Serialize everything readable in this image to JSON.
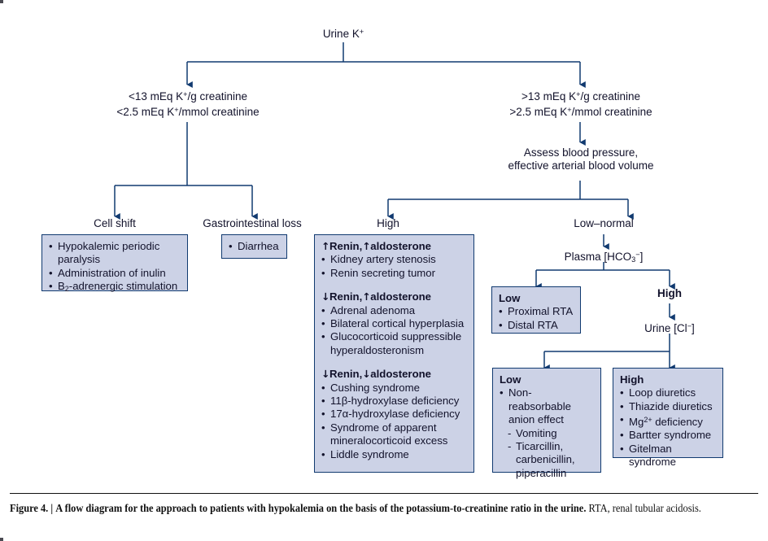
{
  "figure": {
    "caption_label": "Figure 4.",
    "caption_sep": "|",
    "caption_bold": "A flow diagram for the approach to patients with hypokalemia on the basis of the potassium-to-creatinine ratio in the urine.",
    "caption_rest": "RTA, renal tubular acidosis."
  },
  "colors": {
    "box_fill": "#ccd2e6",
    "box_border": "#113a70",
    "line": "#113a70",
    "text": "#12122b",
    "caption_text": "#111111",
    "background": "#ffffff"
  },
  "diagram": {
    "type": "flowchart",
    "root": {
      "label": "Urine K",
      "label_sup": "+"
    },
    "branches": {
      "low_excretion": {
        "line1_pre": "<13 mEq K",
        "line1_sup": "+",
        "line1_post": "/g creatinine",
        "line2_pre": "<2.5 mEq K",
        "line2_sup": "+",
        "line2_post": "/mmol creatinine"
      },
      "high_excretion": {
        "line1_pre": ">13 mEq K",
        "line1_sup": "+",
        "line1_post": "/g creatinine",
        "line2_pre": ">2.5 mEq K",
        "line2_sup": "+",
        "line2_post": "/mmol creatinine"
      }
    },
    "assess": {
      "line1": "Assess blood pressure,",
      "line2": "effective arterial blood volume"
    },
    "headings": {
      "cell_shift": "Cell shift",
      "gi_loss": "Gastrointestinal loss",
      "bp_high": "High",
      "bp_low_normal": "Low–normal",
      "plasma_hco3_pre": "Plasma [HCO",
      "plasma_hco3_sub": "3",
      "plasma_hco3_sup": "−",
      "plasma_hco3_post": "]",
      "hco3_high": "High",
      "urine_cl_pre": "Urine [Cl",
      "urine_cl_sup": "−",
      "urine_cl_post": "]"
    },
    "boxes": {
      "cell_shift": {
        "items": [
          "Hypokalemic periodic",
          "paralysis",
          "Administration of inulin",
          "B2-adrenergic stimulation"
        ],
        "item1": "Hypokalemic periodic",
        "item1_cont": "paralysis",
        "item2": "Administration of inulin",
        "item3_pre": "B",
        "item3_sub": "2",
        "item3_post": "-adrenergic stimulation"
      },
      "gi_loss": {
        "item1": "Diarrhea"
      },
      "high_bp": {
        "group1_header_arrow1": "↑",
        "group1_header_mid": "Renin,",
        "group1_header_arrow2": "↑",
        "group1_header_end": "aldosterone",
        "group1_items": [
          "Kidney artery stenosis",
          "Renin secreting tumor"
        ],
        "group2_header_arrow1": "↓",
        "group2_header_mid": "Renin,",
        "group2_header_arrow2": "↑",
        "group2_header_end": "aldosterone",
        "group2_items": [
          "Adrenal adenoma",
          "Bilateral cortical hyperplasia",
          "Glucocorticoid suppressible",
          "hyperaldosteronism"
        ],
        "group3_header_arrow1": "↓",
        "group3_header_mid": "Renin,",
        "group3_header_arrow2": "↓",
        "group3_header_end": "aldosterone",
        "group3_items": [
          "Cushing syndrome",
          "11β-hydroxylase deficiency",
          "17α-hydroxylase deficiency",
          "Syndrome of apparent",
          "mineralocorticoid excess",
          "Liddle syndrome"
        ]
      },
      "hco3_low": {
        "header": "Low",
        "items": [
          "Proximal RTA",
          "Distal RTA"
        ]
      },
      "urine_cl_low": {
        "header": "Low",
        "item1": "Non-reabsorbable",
        "item1_cont": "anion effect",
        "sub1": "Vomiting",
        "sub2": "Ticarcillin,",
        "sub2_cont1": "carbenicillin,",
        "sub2_cont2": "piperacillin"
      },
      "urine_cl_high": {
        "header": "High",
        "item1": "Loop diuretics",
        "item2": "Thiazide diuretics",
        "item3_pre": "Mg",
        "item3_sup": "2+",
        "item3_post": " deficiency",
        "item4": "Bartter syndrome",
        "item5": "Gitelman syndrome"
      }
    }
  }
}
